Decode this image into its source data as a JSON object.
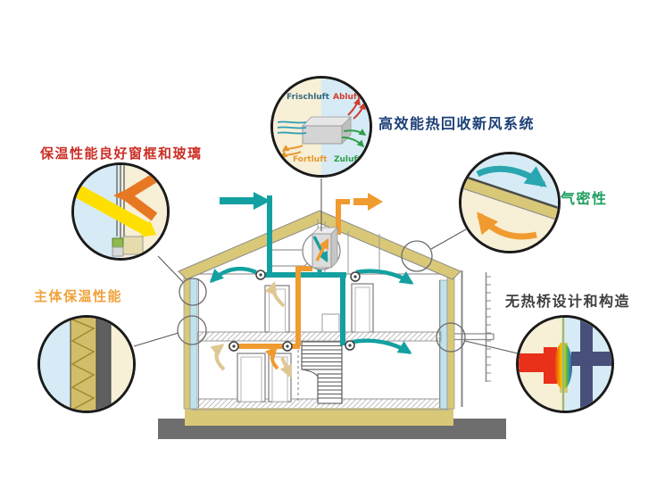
{
  "callouts": {
    "ventilation": {
      "label": "高效能热回收新风系统"
    },
    "window": {
      "label": "保温性能良好窗框和玻璃"
    },
    "insulation": {
      "label": "主体保温性能"
    },
    "airtightness": {
      "label": "气密性"
    },
    "thermal_bridge": {
      "label": "无热桥设计和构造"
    }
  },
  "ventilation_unit": {
    "fresh_air": "Frischluft",
    "exhaust_air": "Abluft",
    "outgoing_air": "Fortluft",
    "supply_air": "Zuluft"
  },
  "colors": {
    "label_ventilation": "#1c3f77",
    "label_window": "#cc2f27",
    "label_insulation": "#f0a23a",
    "label_airtightness": "#1f9e60",
    "label_thermal_bridge": "#3f3f3f",
    "supply_air_teal": "#14a0a0",
    "extract_air_orange": "#f09b30",
    "insulation_tan": "#d9c878",
    "exterior_sky_blue": "#d6ebf5",
    "interior_cream": "#f7efd6",
    "ground_gray": "#6e6e6e",
    "heat_red": "#e8301a",
    "structure_navy": "#474f7a",
    "solar_yellow": "#ffdf00"
  }
}
